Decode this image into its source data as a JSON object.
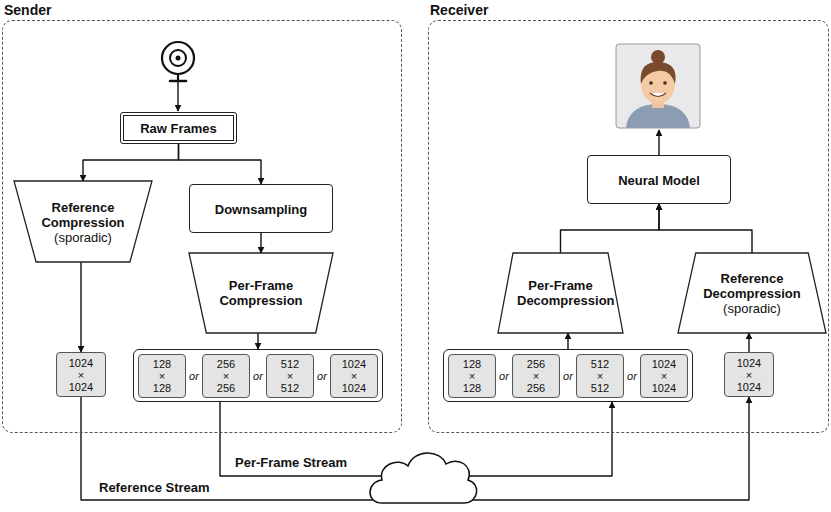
{
  "diagram": {
    "nodes": [
      {
        "text": [
          "Sender"
        ]
      },
      {
        "text": [
          "Receiver"
        ]
      },
      {
        "text": [
          "Raw Frames"
        ],
        "in": 0
      },
      {
        "text": [
          "Reference Compression",
          "(sporadic)"
        ],
        "in": 0
      },
      {
        "text": [
          "Downsampling"
        ],
        "in": 0
      },
      {
        "text": [
          "Per-Frame Compression"
        ],
        "in": 0
      },
      {
        "text": [
          "1024 × 1024"
        ],
        "in": 0
      },
      {
        "text": [
          "or",
          "or",
          "or"
        ],
        "in": 0
      },
      {
        "text": [
          "128 × 128"
        ],
        "in": 7
      },
      {
        "text": [
          "256 × 256"
        ],
        "in": 7
      },
      {
        "text": [
          "512 × 512"
        ],
        "in": 7
      },
      {
        "text": [
          "1024 × 1024"
        ],
        "in": 7
      },
      {
        "text": [
          "Neural Model"
        ],
        "in": 1
      },
      {
        "text": [
          "Per-Frame Decompression"
        ],
        "in": 1
      },
      {
        "text": [
          "Reference Decompression",
          "(sporadic)"
        ],
        "in": 1
      },
      {
        "text": [
          "or",
          "or",
          "or"
        ],
        "in": 1
      },
      {
        "text": [
          "128 × 128"
        ],
        "in": 15
      },
      {
        "text": [
          "256 × 256"
        ],
        "in": 15
      },
      {
        "text": [
          "512 × 512"
        ],
        "in": 15
      },
      {
        "text": [
          "1024 × 1024"
        ],
        "in": 15
      },
      {
        "text": [
          "1024 × 1024"
        ],
        "in": 1
      }
    ],
    "edges": [
      {
        "from": 2,
        "to": 3,
        "arrow": "to"
      },
      {
        "from": 2,
        "to": 4,
        "arrow": "to"
      },
      {
        "from": 4,
        "to": 5,
        "arrow": "to"
      },
      {
        "from": 3,
        "to": 6,
        "arrow": "to"
      },
      {
        "from": 5,
        "to": 7,
        "arrow": "to"
      },
      {
        "from": 7,
        "to": 15,
        "label": "Per-Frame Stream",
        "arrow": "to"
      },
      {
        "from": 6,
        "to": 20,
        "label": "Reference Stream",
        "arrow": "to"
      },
      {
        "from": 15,
        "to": 13,
        "arrow": "to"
      },
      {
        "from": 20,
        "to": 14,
        "arrow": "to"
      },
      {
        "from": 13,
        "to": 12,
        "arrow": "to"
      },
      {
        "from": 14,
        "to": 12,
        "arrow": "to"
      }
    ]
  }
}
